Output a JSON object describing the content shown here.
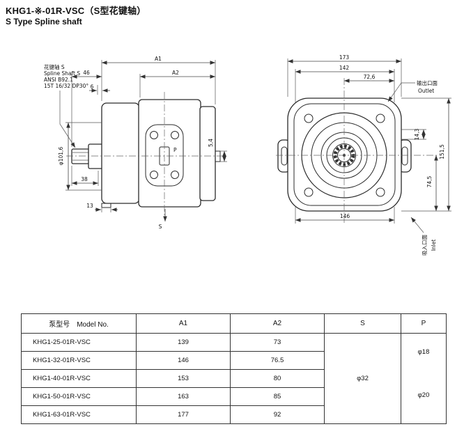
{
  "title": {
    "main": "KHG1-※-01R-VSC（S型花键轴）",
    "sub": "S Type Spline shaft"
  },
  "side_view": {
    "annotation": [
      "花键轴 S",
      "Spline Shaft S",
      "ANSI B92.1",
      "15T 16/32 DP30°"
    ],
    "labels": {
      "port": "P",
      "shaft": "S"
    },
    "dims": {
      "a1": "A1",
      "a2": "A2",
      "len46": "46",
      "len6": "6",
      "len38": "38",
      "len13": "13",
      "len5_4": "5,4",
      "dia101_6": "φ101,6"
    }
  },
  "front_view": {
    "labels": {
      "outlet_cn": "输出口面",
      "outlet_en": "Outlet",
      "inlet_cn": "吸入口面",
      "inlet_en": "Inlet"
    },
    "dims": {
      "w173": "173",
      "w142": "142",
      "w72_6": "72,6",
      "h14_3": "14,3",
      "h151_5": "151,5",
      "h74_5": "74,5",
      "w146": "146"
    }
  },
  "table": {
    "headers": {
      "model": "泵型号　Model No.",
      "a1": "A1",
      "a2": "A2",
      "s": "S",
      "p": "P"
    },
    "rows": [
      {
        "model": "KHG1-25-01R-VSC",
        "a1": "139",
        "a2": "73"
      },
      {
        "model": "KHG1-32-01R-VSC",
        "a1": "146",
        "a2": "76.5"
      },
      {
        "model": "KHG1-40-01R-VSC",
        "a1": "153",
        "a2": "80"
      },
      {
        "model": "KHG1-50-01R-VSC",
        "a1": "163",
        "a2": "85"
      },
      {
        "model": "KHG1-63-01R-VSC",
        "a1": "177",
        "a2": "92"
      }
    ],
    "s_value": "φ32",
    "p_values": {
      "upper": "φ18",
      "lower": "φ20"
    }
  }
}
